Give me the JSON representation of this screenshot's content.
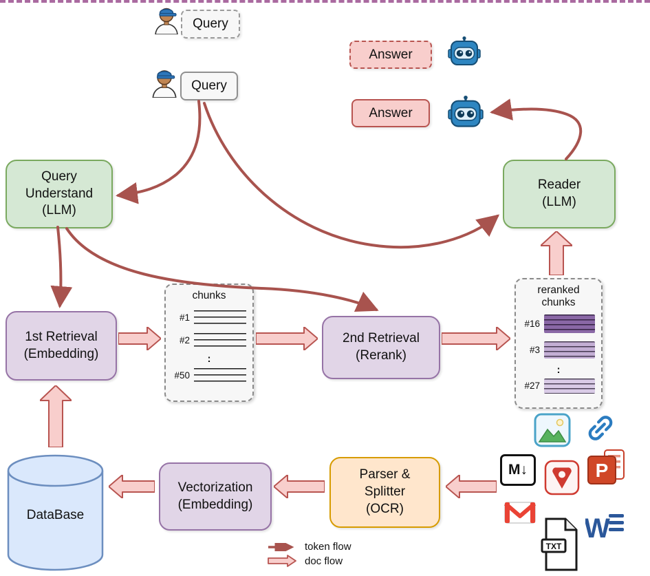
{
  "top": {
    "query_draft": "Query",
    "query_final": "Query",
    "answer_draft": "Answer",
    "answer_final": "Answer"
  },
  "boxes": {
    "query_understand": "Query\nUnderstand\n(LLM)",
    "reader": "Reader\n(LLM)",
    "first_retrieval": "1st Retrieval\n(Embedding)",
    "second_retrieval": "2nd Retrieval\n(Rerank)",
    "vectorization": "Vectorization\n(Embedding)",
    "parser_splitter": "Parser &\nSplitter\n(OCR)",
    "database": "DataBase"
  },
  "chunks": {
    "title": "chunks",
    "items": [
      "#1",
      "#2",
      ":",
      "#50"
    ]
  },
  "reranked": {
    "title": "reranked\nchunks",
    "items": [
      "#16",
      "#3",
      ":",
      "#27"
    ]
  },
  "legend": {
    "token_flow": "token flow",
    "doc_flow": "doc flow"
  },
  "icons": {
    "markdown_label": "M↓",
    "txt_label": "TXT",
    "ppt_letter": "P",
    "word_letter": "W"
  },
  "colors": {
    "green_fill": "#d5e8d4",
    "green_border": "#7aa95f",
    "purple_fill": "#e1d5e7",
    "purple_border": "#9673a6",
    "orange_fill": "#ffe6cc",
    "orange_border": "#d79b00",
    "pink_fill": "#f8cecc",
    "pink_border": "#b85450",
    "database_fill": "#dae8fc",
    "database_border": "#6c8ebf",
    "token_arrow": "#a8534e",
    "separator": "#aa6aa0"
  }
}
